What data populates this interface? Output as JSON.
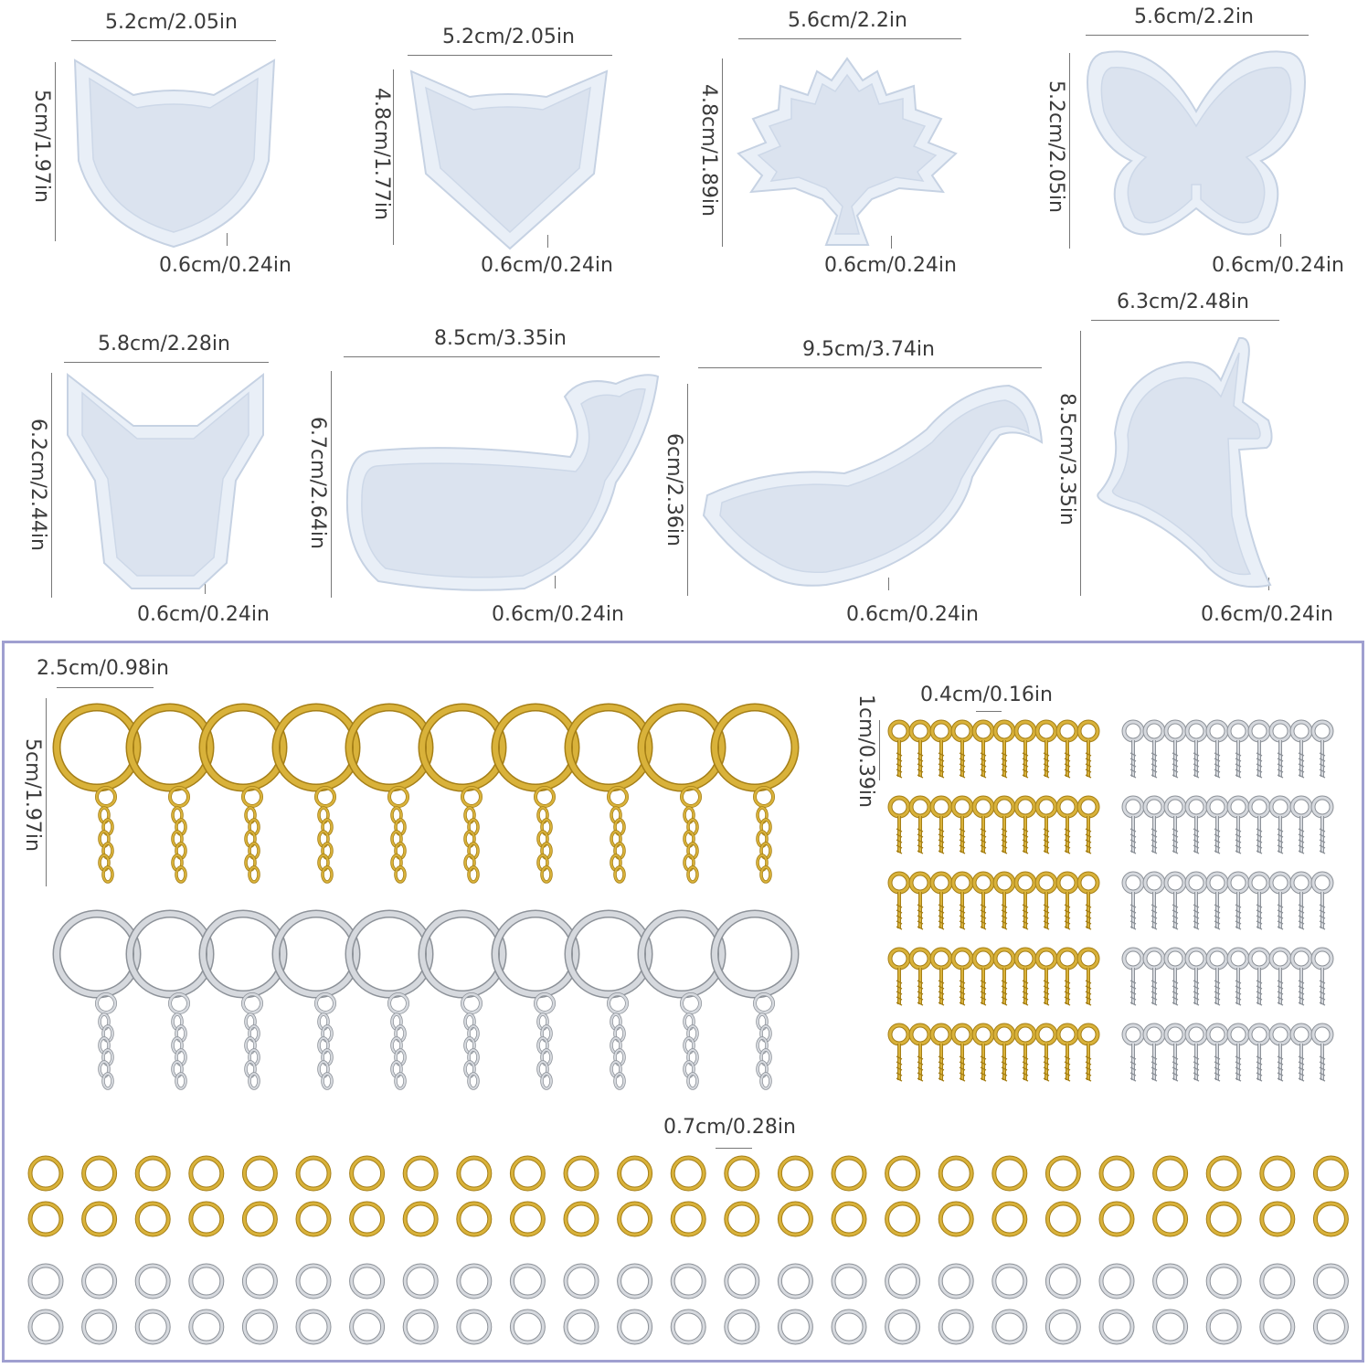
{
  "colors": {
    "mold_rim": "#e8eef6",
    "mold_edge": "#c9d5e6",
    "mold_cavity": "#dde5f0",
    "gold": "#d9b23a",
    "gold_dark": "#a57f17",
    "silver": "#d6d9de",
    "silver_dark": "#8d9299",
    "panel_border": "#9f9fd0"
  },
  "molds": [
    {
      "shape": "cat-head",
      "width": "5.2cm/2.05in",
      "height": "5cm/1.97in",
      "depth": "0.6cm/0.24in"
    },
    {
      "shape": "fox-head",
      "width": "5.2cm/2.05in",
      "height": "4.8cm/1.77in",
      "depth": "0.6cm/0.24in"
    },
    {
      "shape": "maple-leaf",
      "width": "5.6cm/2.2in",
      "height": "4.8cm/1.89in",
      "depth": "0.6cm/0.24in"
    },
    {
      "shape": "butterfly",
      "width": "5.6cm/2.2in",
      "height": "5.2cm/2.05in",
      "depth": "0.6cm/0.24in"
    },
    {
      "shape": "deer-head",
      "width": "5.8cm/2.28in",
      "height": "6.2cm/2.44in",
      "depth": "0.6cm/0.24in"
    },
    {
      "shape": "whale",
      "width": "8.5cm/3.35in",
      "height": "6.7cm/2.64in",
      "depth": "0.6cm/0.24in"
    },
    {
      "shape": "orca",
      "width": "9.5cm/3.74in",
      "height": "6cm/2.36in",
      "depth": "0.6cm/0.24in"
    },
    {
      "shape": "unicorn-head",
      "width": "6.3cm/2.48in",
      "height": "8.5cm/3.35in",
      "depth": "0.6cm/0.24in"
    }
  ],
  "accessories": {
    "keyrings": {
      "diameter": "2.5cm/0.98in",
      "length": "5cm/1.97in",
      "gold_count": 10,
      "silver_count": 10
    },
    "eye_pins": {
      "loop": "0.4cm/0.16in",
      "length": "1cm/0.39in",
      "rows": 5,
      "per_row": 10
    },
    "jump_rings": {
      "diameter": "0.7cm/0.28in",
      "per_row": 25,
      "gold_rows": 2,
      "silver_rows": 2
    }
  }
}
